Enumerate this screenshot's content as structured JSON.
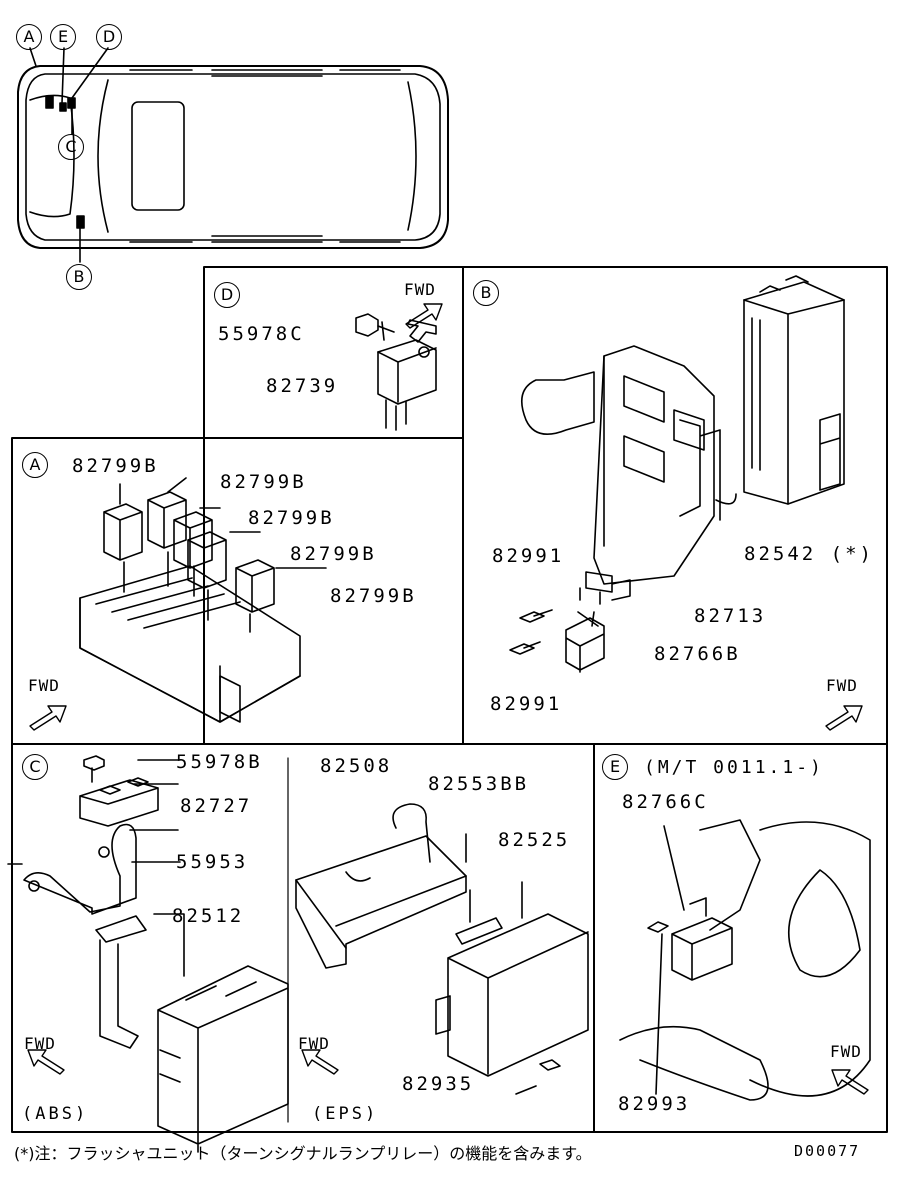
{
  "top_view": {
    "callouts": [
      "A",
      "E",
      "D",
      "C",
      "B"
    ]
  },
  "panels": {
    "D": {
      "letter": "D",
      "parts": [
        "55978C",
        "82739"
      ],
      "fwd": "FWD"
    },
    "B": {
      "letter": "B",
      "parts": [
        "82991",
        "82542 (*)",
        "82713",
        "82766B",
        "82991"
      ],
      "fwd": "FWD"
    },
    "A": {
      "letter": "A",
      "parts": [
        "82799B",
        "82799B",
        "82799B",
        "82799B",
        "82799B"
      ],
      "fwd": "FWD"
    },
    "C": {
      "letter": "C",
      "parts": [
        "55978B",
        "82727",
        "55953",
        "82512"
      ],
      "fwd": "FWD",
      "sub": "(ABS)"
    },
    "EPS": {
      "parts": [
        "82508",
        "82553BB",
        "82525",
        "82935"
      ],
      "fwd": "FWD",
      "sub": "(EPS)"
    },
    "E": {
      "letter": "E",
      "header": "(M/T 0011.1-)",
      "parts": [
        "82766C",
        "82993"
      ],
      "fwd": "FWD"
    }
  },
  "footnote": "(*)注：フラッシャユニット（ターンシグナルランプリレー）の機能を含みます。",
  "diagram_code": "D00077"
}
